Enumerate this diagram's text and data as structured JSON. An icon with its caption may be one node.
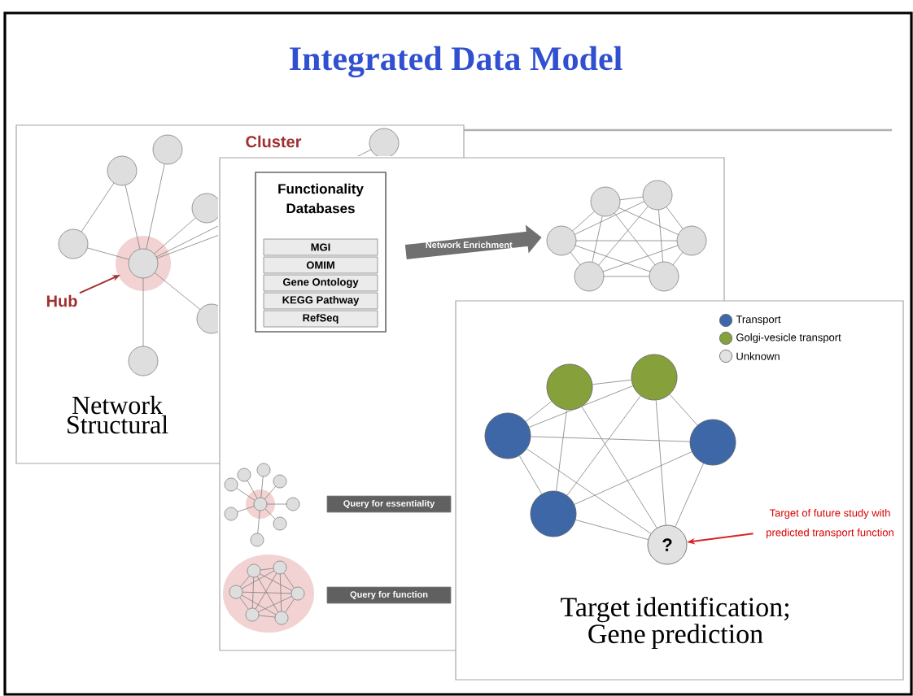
{
  "diagram": {
    "title": "Integrated Data Model",
    "nodes": [
      {
        "text": [
          "Network Structural"
        ]
      },
      {
        "text": [
          "Hub"
        ],
        "in": 0
      },
      {
        "text": [],
        "shape": "box"
      },
      {
        "text": [
          "Functionality Databases"
        ]
      },
      {
        "text": [
          "MGI"
        ],
        "in": 3
      },
      {
        "text": [
          "OMIM"
        ],
        "in": 3
      },
      {
        "text": [
          "Gene Ontology"
        ],
        "in": 3
      },
      {
        "text": [
          "KEGG Pathway"
        ],
        "in": 3
      },
      {
        "text": [
          "RefSeq"
        ],
        "in": 3
      },
      {
        "text": [],
        "shape": "picture",
        "in": 2
      },
      {
        "text": [
          "Query for essentiality"
        ],
        "in": 2
      },
      {
        "text": [
          "Query for function"
        ],
        "in": 2
      },
      {
        "text": [
          "Target identification; Gene prediction"
        ]
      },
      {
        "text": [],
        "shape": "circle"
      },
      {
        "text": [],
        "shape": "circle"
      },
      {
        "text": [],
        "shape": "circle"
      },
      {
        "text": [],
        "shape": "circle",
        "in": 12
      },
      {
        "text": [],
        "shape": "circle"
      },
      {
        "text": [
          "?"
        ]
      },
      {
        "text": [
          "Target of future study with predicted transport function"
        ],
        "in": 12
      }
    ],
    "edges": [
      {
        "from": 1,
        "to": null,
        "arrow": "to",
        "color": "#a03030"
      },
      {
        "from": 3,
        "to": 9,
        "arrow": "to",
        "label": "Network Enrichment",
        "style": "thick",
        "color": "#707070"
      },
      {
        "from": 13,
        "to": 14,
        "arrow": "none"
      },
      {
        "from": 13,
        "to": 15,
        "arrow": "none"
      },
      {
        "from": 13,
        "to": 17,
        "arrow": "none"
      },
      {
        "from": 13,
        "to": 18,
        "arrow": "none"
      },
      {
        "from": 14,
        "to": 15,
        "arrow": "none"
      },
      {
        "from": 14,
        "to": 16,
        "arrow": "none"
      },
      {
        "from": 14,
        "to": 17,
        "arrow": "none"
      },
      {
        "from": 14,
        "to": 18,
        "arrow": "none"
      },
      {
        "from": 15,
        "to": 16,
        "arrow": "none"
      },
      {
        "from": 15,
        "to": 17,
        "arrow": "none"
      },
      {
        "from": 15,
        "to": 18,
        "arrow": "none"
      },
      {
        "from": 16,
        "to": 17,
        "arrow": "none"
      },
      {
        "from": 16,
        "to": 18,
        "arrow": "none"
      },
      {
        "from": 17,
        "to": 18,
        "arrow": "none"
      },
      {
        "from": 19,
        "to": 18,
        "arrow": "to",
        "color": "#dd2222"
      }
    ],
    "labels": [
      "Cluster"
    ],
    "legend": [
      {
        "text": "Transport",
        "color": "#3d67a6"
      },
      {
        "text": "Golgi-vesicle transport",
        "color": "#86a13c"
      },
      {
        "text": "Unknown",
        "color": "#e2e2e2"
      }
    ]
  }
}
